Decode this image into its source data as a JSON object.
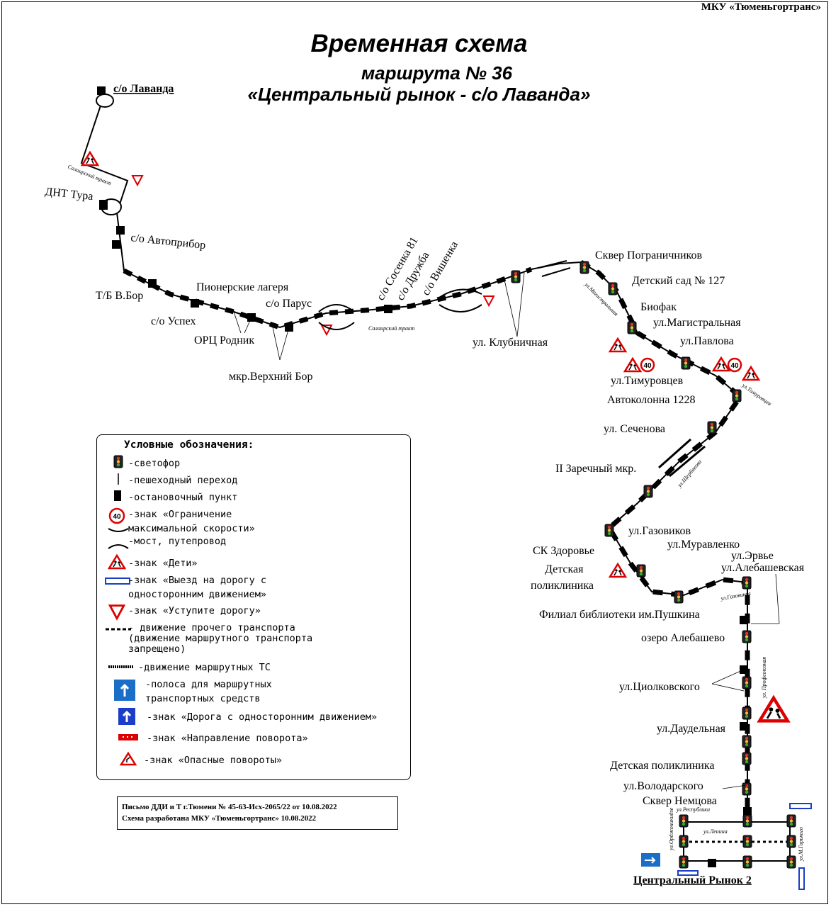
{
  "organization": "МКУ «Тюменьгортранс»",
  "title": {
    "line1": "Временная схема",
    "line2": "маршрута № 36",
    "line3": "«Центральный рынок - с/о Лаванда»"
  },
  "stops": {
    "lavanda": "с/о Лаванда",
    "dnt_tura": "ДНТ Тура",
    "avtopribor": "с/о Автоприбор",
    "tb_vbor": "Т/Б В.Бор",
    "uspeh": "с/о Успех",
    "pioner": "Пионерские лагеря",
    "orc": "ОРЦ Родник",
    "parus": "с/о Парус",
    "verhny_bor": "мкр.Верхний Бор",
    "sosenka": "с/о Сосенка 81",
    "druzhba": "с/о Дружба",
    "vishenka": "с/о Вишенка",
    "klubnichnaya": "ул. Клубничная",
    "skver_pogr": "Сквер Пограничников",
    "detsad": "Детский сад № 127",
    "biofak": "Биофак",
    "magistralnaya": "ул.Магистральная",
    "pavlova": "ул.Павлова",
    "timurovcev": "ул.Тимуровцев",
    "avtokolonna": "Автоколонна 1228",
    "sechenova": "ул. Сеченова",
    "zarechny": "II Заречный мкр.",
    "gazovikov": "ул.Газовиков",
    "sk_zdorovie": "СК Здоровье",
    "det_poliklinika_a": "Детская",
    "det_poliklinika_b": "поликлиника",
    "muravlenko": "ул.Муравленко",
    "erve": "ул.Эрвье",
    "alebashevskaya": "ул.Алебашевская",
    "filial": "Филиал библиотеки им.Пушкина",
    "ozero": "озеро Алебашево",
    "ciolkovskogo": "ул.Циолковского",
    "daudelnaya": "ул.Даудельная",
    "det_poliklinika2": "Детская поликлиника",
    "volodarskogo": "ул.Володарского",
    "skver_nemcova": "Сквер Немцова",
    "centr_rynok": "Центральный Рынок 2"
  },
  "streets": {
    "salairsky1": "Салаирский тракт",
    "salairsky2": "Салаирский тракт",
    "magistralnaya": "ул.Магистральная",
    "timurovcev": "ул.Тимуровцев",
    "scherbakova": "ул.Щербакова",
    "gazovikov": "ул.Газовиков",
    "profsoyuznaya": "ул. Профсоюзная",
    "respubliki": "ул.Республики",
    "lenina": "ул.Ленина",
    "odzhonikidze": "ул.Орджоникидзе",
    "mgorkogo": "ул.М.Горького"
  },
  "speed_limit": "40",
  "legend": {
    "title": "Условные обозначения:",
    "items": [
      "-светофор",
      "-пешеходный переход",
      "-остановочный пункт",
      "-знак «Ограничение\nмаксимальной скорости»",
      "-мост, путепровод",
      "-знак «Дети»",
      "-знак «Выезд на дорогу с\nодносторонним движением»",
      "-знак «Уступите дорогу»",
      "- движение прочего транспорта\n(движение маршрутного транспорта\nзапрещено)",
      "-движение маршрутных ТС",
      "-полоса для маршрутных\nтранспортных средств",
      "-знак «Дорога с односторонним движением»",
      "-знак «Направление поворота»",
      "-знак «Опасные повороты»"
    ]
  },
  "note": {
    "line1": "Письмо ДДИ и Т г.Тюмени № 45-63-Исх-2065/22 от 10.08.2022",
    "line2": "Схема разработана МКУ «Тюменьгортранс» 10.08.2022"
  }
}
